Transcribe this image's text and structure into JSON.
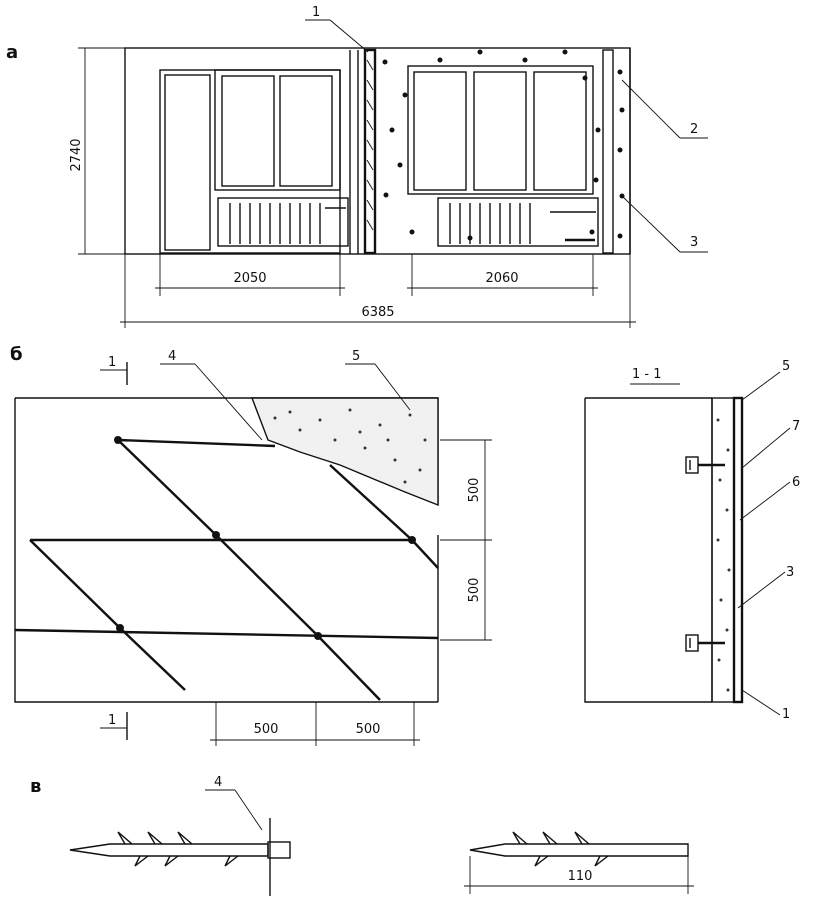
{
  "panel_a": {
    "label": "а",
    "dim_height": "2740",
    "dim_left_window": "2050",
    "dim_right_window": "2060",
    "dim_total": "6385",
    "callout_1": "1",
    "callout_2": "2",
    "callout_3": "3"
  },
  "panel_b": {
    "label": "б",
    "section_mark_top": "1",
    "section_mark_bottom": "1",
    "callout_4": "4",
    "callout_5": "5",
    "dim_v_upper": "500",
    "dim_v_lower": "500",
    "dim_h_left": "500",
    "dim_h_right": "500"
  },
  "section": {
    "title": "1 - 1",
    "callout_5": "5",
    "callout_7": "7",
    "callout_6": "6",
    "callout_3": "3",
    "callout_1": "1"
  },
  "panel_c": {
    "label": "в",
    "callout_4": "4",
    "dim_length": "110"
  }
}
